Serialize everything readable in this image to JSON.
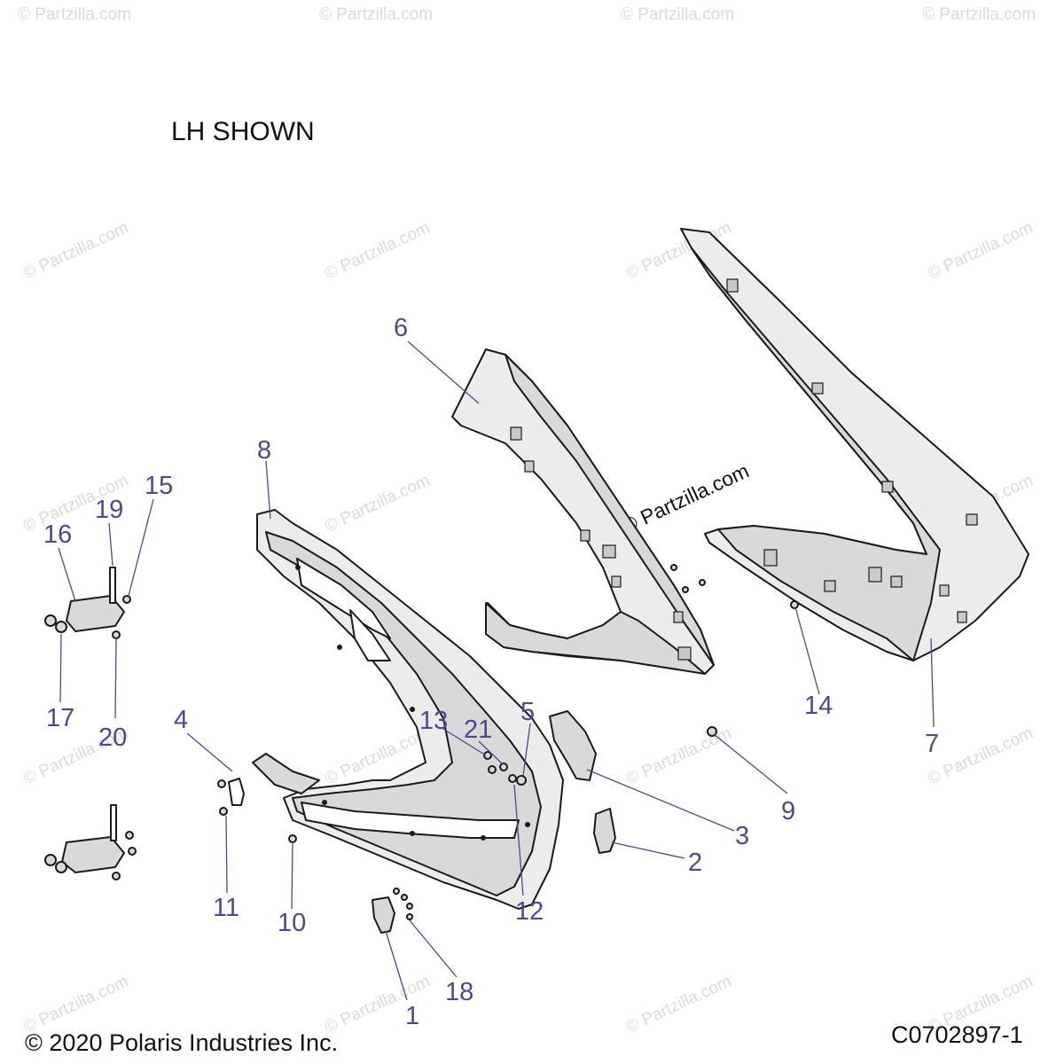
{
  "header": {
    "title": "LH SHOWN"
  },
  "watermark": {
    "text": "© Partzilla.com",
    "color": "#bdbdbd"
  },
  "center_watermark": {
    "text": "© Partzilla.com"
  },
  "footer": {
    "copyright": "© 2020 Polaris Industries Inc.",
    "diagram_code": "C0702897-1"
  },
  "callouts": [
    "1",
    "2",
    "3",
    "4",
    "5",
    "6",
    "7",
    "8",
    "9",
    "10",
    "11",
    "12",
    "13",
    "14",
    "15",
    "16",
    "17",
    "18",
    "19",
    "20",
    "21"
  ],
  "colors": {
    "callout": "#4b4b8c",
    "part_fill": "#d9d9d9",
    "outline": "#1a1a1a"
  }
}
